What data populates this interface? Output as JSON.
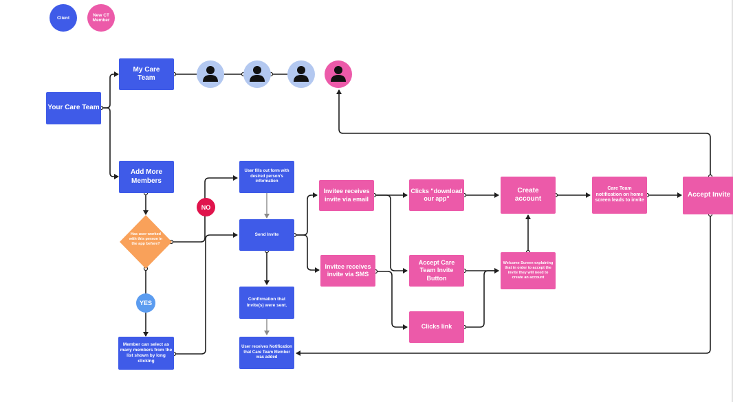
{
  "legend": {
    "client": {
      "label": "Client",
      "color": "#3f5be8"
    },
    "new_ct_member": {
      "label": "New CT Member",
      "color": "#ec5aa9"
    }
  },
  "nodes": {
    "your_care_team": "Your Care Team",
    "my_care_team": "My Care Team",
    "add_more_members": "Add More Members",
    "decision": "Has user worked with this person in the app before?",
    "no_badge": "NO",
    "yes_badge": "YES",
    "member_select": "Member can select as many members from the list shown by long clicking",
    "user_fills_form": "User fills out form with desired person's information",
    "send_invite": "Send Invite",
    "confirmation": "Confirmation that Invite(s) were sent.",
    "user_receives": "User receives Notification that Care Team Member was added",
    "invitee_email": "Invitee receives invite via email",
    "invitee_sms": "Invitee receives invite via SMS",
    "clicks_download": "Clicks \"download our app\"",
    "accept_care_team": "Accept Care Team Invite Button",
    "clicks_link": "Clicks link",
    "create_account": "Create account",
    "welcome_screen": "Welcome Screen explaining that in order to accept the invite they will need to create an account",
    "care_team_notification": "Care Team notification on home screen leads to invite",
    "accept_invite": "Accept Invite"
  },
  "avatars": [
    {
      "icon": "person-icon",
      "color": "#b3c8f0"
    },
    {
      "icon": "person-icon",
      "color": "#b3c8f0"
    },
    {
      "icon": "person-icon",
      "color": "#b3c8f0"
    },
    {
      "icon": "person-icon",
      "color": "#ec5aa9"
    }
  ],
  "colors": {
    "blue": "#3f5be8",
    "pink": "#ec5aa9",
    "orange": "#f9a15a",
    "no_red": "#e0144c",
    "yes_blue": "#5b9cf0",
    "connector": "#1f1f1f"
  }
}
